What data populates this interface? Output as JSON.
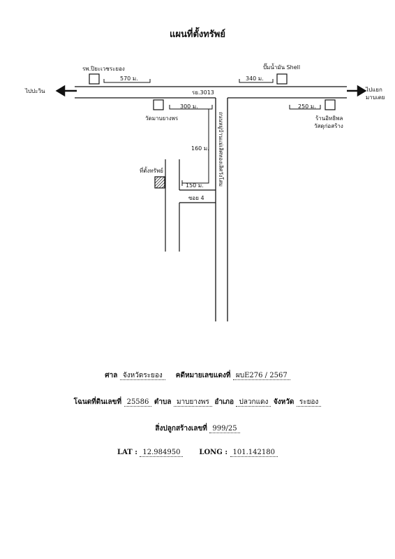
{
  "title": "แผนที่ตั้งทรัพย์",
  "map": {
    "labels": {
      "to_left": "ไปปะวิน",
      "to_right_1": "ไปแยก",
      "to_right_2": "มาบเตย",
      "hospital": "รพ.ปิยะเวชระยอง",
      "gas_station": "ปั๊มน้ำมัน  Shell",
      "road_main": "รย.3013",
      "temple": "วัดมาบยางพร",
      "shop_1": "ร้านอิทธิพล",
      "shop_2": "วัสดุก่อสร้าง",
      "side_road": "ถนนหมู่บ้านแม่เลิศทองเลิศวังโสม",
      "property": "ที่ตั้งทรัพย์",
      "soi": "ซอย 4",
      "d_570": "570 ม.",
      "d_340": "340 ม.",
      "d_300": "300 ม.",
      "d_250": "250 ม.",
      "d_160": "160 ม.",
      "d_150": "150 ม."
    }
  },
  "info": {
    "court_label": "ศาล",
    "court_value": "จังหวัดระยอง",
    "case_label": "คดีหมายเลขแดงที่",
    "case_value": "ผบE276  / 2567",
    "deed_label": "โฉนดที่ดินเลขที่",
    "deed_value": "25586",
    "tambon_label": "ตำบล",
    "tambon_value": "มาบยางพร",
    "amphoe_label": "อำเภอ",
    "amphoe_value": "ปลวกแดง",
    "province_label": "จังหวัด",
    "province_value": "ระยอง",
    "building_label": "สิ่งปลูกสร้างเลขที่",
    "building_value": "999/25",
    "lat_label": "LAT :",
    "lat_value": "12.984950",
    "long_label": "LONG :",
    "long_value": "101.142180"
  }
}
